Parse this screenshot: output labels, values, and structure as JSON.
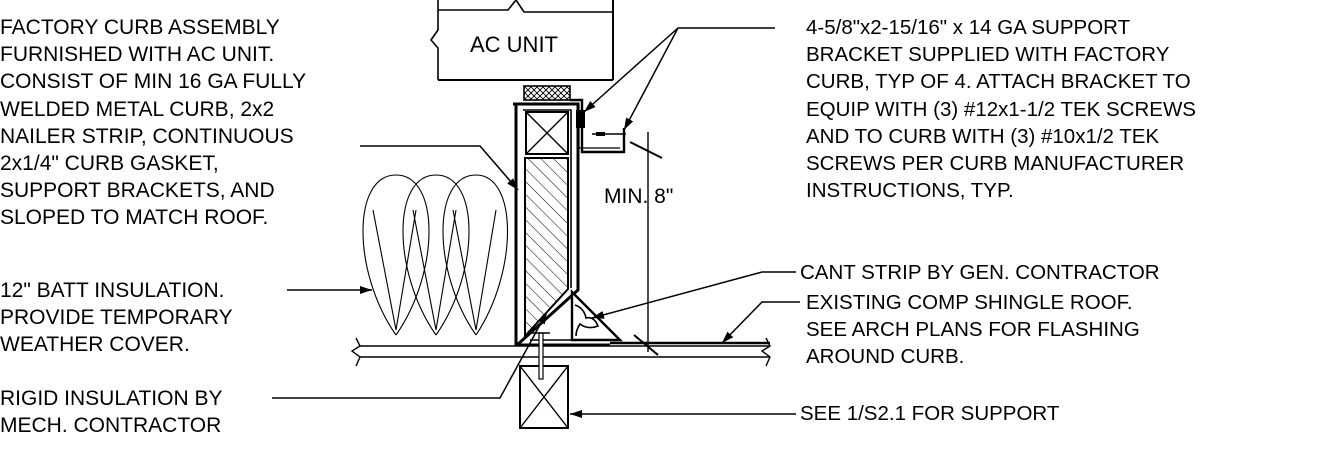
{
  "equipment_label": "AC UNIT",
  "dimension_label": "MIN. 8\"",
  "notes": {
    "factory_curb": [
      "FACTORY CURB ASSEMBLY",
      "FURNISHED WITH AC UNIT.",
      "CONSIST OF MIN 16 GA FULLY",
      "WELDED METAL CURB, 2x2",
      "NAILER STRIP, CONTINUOUS",
      "2x1/4\" CURB GASKET,",
      "SUPPORT BRACKETS, AND",
      "SLOPED TO MATCH ROOF."
    ],
    "batt_insulation": [
      "12\" BATT INSULATION.",
      "PROVIDE TEMPORARY",
      "WEATHER COVER."
    ],
    "rigid_insulation": [
      "RIGID INSULATION BY",
      "MECH. CONTRACTOR"
    ],
    "support_bracket": [
      "4-5/8\"x2-15/16\" x 14 GA SUPPORT",
      "BRACKET SUPPLIED WITH FACTORY",
      "CURB, TYP OF 4.  ATTACH BRACKET TO",
      "EQUIP WITH (3) #12x1-1/2 TEK SCREWS",
      "AND TO CURB WITH (3) #10x1/2 TEK",
      "SCREWS PER CURB MANUFACTURER",
      "INSTRUCTIONS, TYP."
    ],
    "cant_strip": [
      "CANT STRIP BY GEN. CONTRACTOR"
    ],
    "roof": [
      "EXISTING COMP SHINGLE ROOF.",
      "SEE ARCH PLANS FOR FLASHING",
      "AROUND CURB."
    ],
    "support_ref": [
      "SEE 1/S2.1 FOR SUPPORT"
    ]
  }
}
